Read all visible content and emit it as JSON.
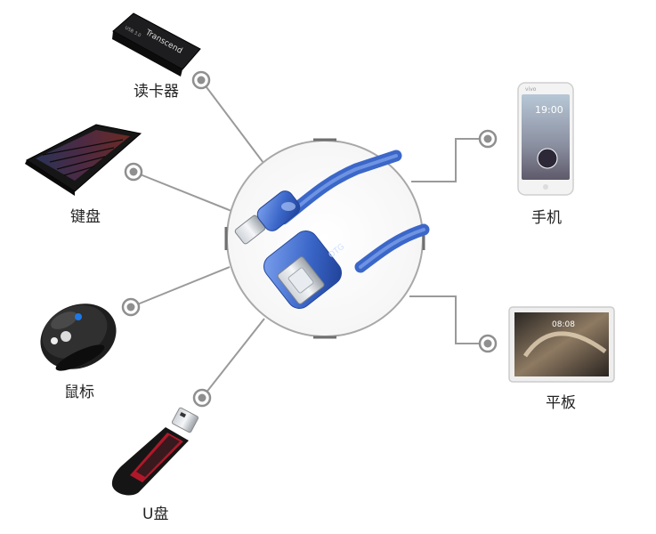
{
  "devices": {
    "card_reader": {
      "label": "读卡器",
      "brand_text": "Transcend",
      "side_text": "USB 3.0"
    },
    "keyboard": {
      "label": "键盘"
    },
    "mouse": {
      "label": "鼠标"
    },
    "usb_drive": {
      "label": "U盘"
    },
    "phone": {
      "label": "手机",
      "brand_text": "vivo",
      "clock": "19:00"
    },
    "tablet": {
      "label": "平板",
      "clock": "08:08"
    }
  },
  "cable": {
    "connector_text": "OTG"
  },
  "colors": {
    "line": "#9a9a9a",
    "node": "#8f8f8f",
    "cable_blue": "#3b67c9",
    "cable_dark": "#25489c"
  }
}
